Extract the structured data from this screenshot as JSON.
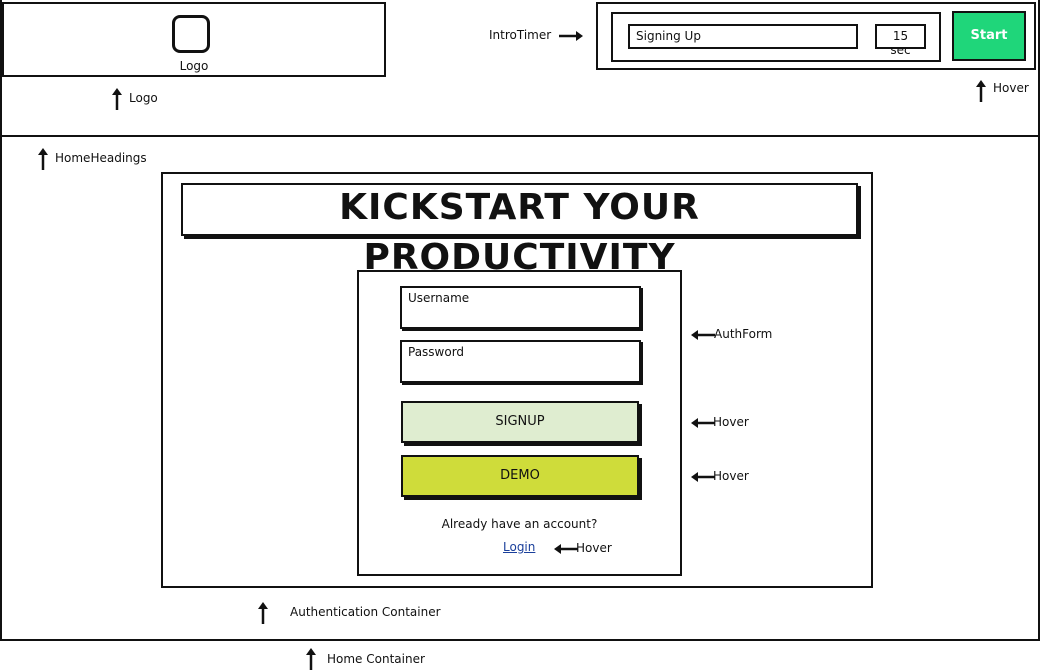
{
  "header": {
    "logo_caption": "Logo",
    "timer": {
      "status": "Signing Up",
      "seconds": "15 sec",
      "start_label": "Start"
    }
  },
  "main": {
    "heading": "KICKSTART YOUR PRODUCTIVITY",
    "auth_form": {
      "username_placeholder": "Username",
      "password_placeholder": "Password",
      "signup_label": "SIGNUP",
      "demo_label": "DEMO",
      "already_text": "Already have an account?",
      "login_label": "Login"
    }
  },
  "annotations": {
    "intro_timer": "IntroTimer",
    "logo": "Logo",
    "hover_start": "Hover",
    "home_headings": "HomeHeadings",
    "auth_form": "AuthForm",
    "hover_signup": "Hover",
    "hover_demo": "Hover",
    "hover_login": "Hover",
    "auth_container": "Authentication Container",
    "home_container": "Home Container"
  },
  "colors": {
    "start_button": "#1fd67a",
    "signup_button": "#dfedd0",
    "demo_button": "#cfdc3a",
    "login_link": "#1a3f9b"
  }
}
